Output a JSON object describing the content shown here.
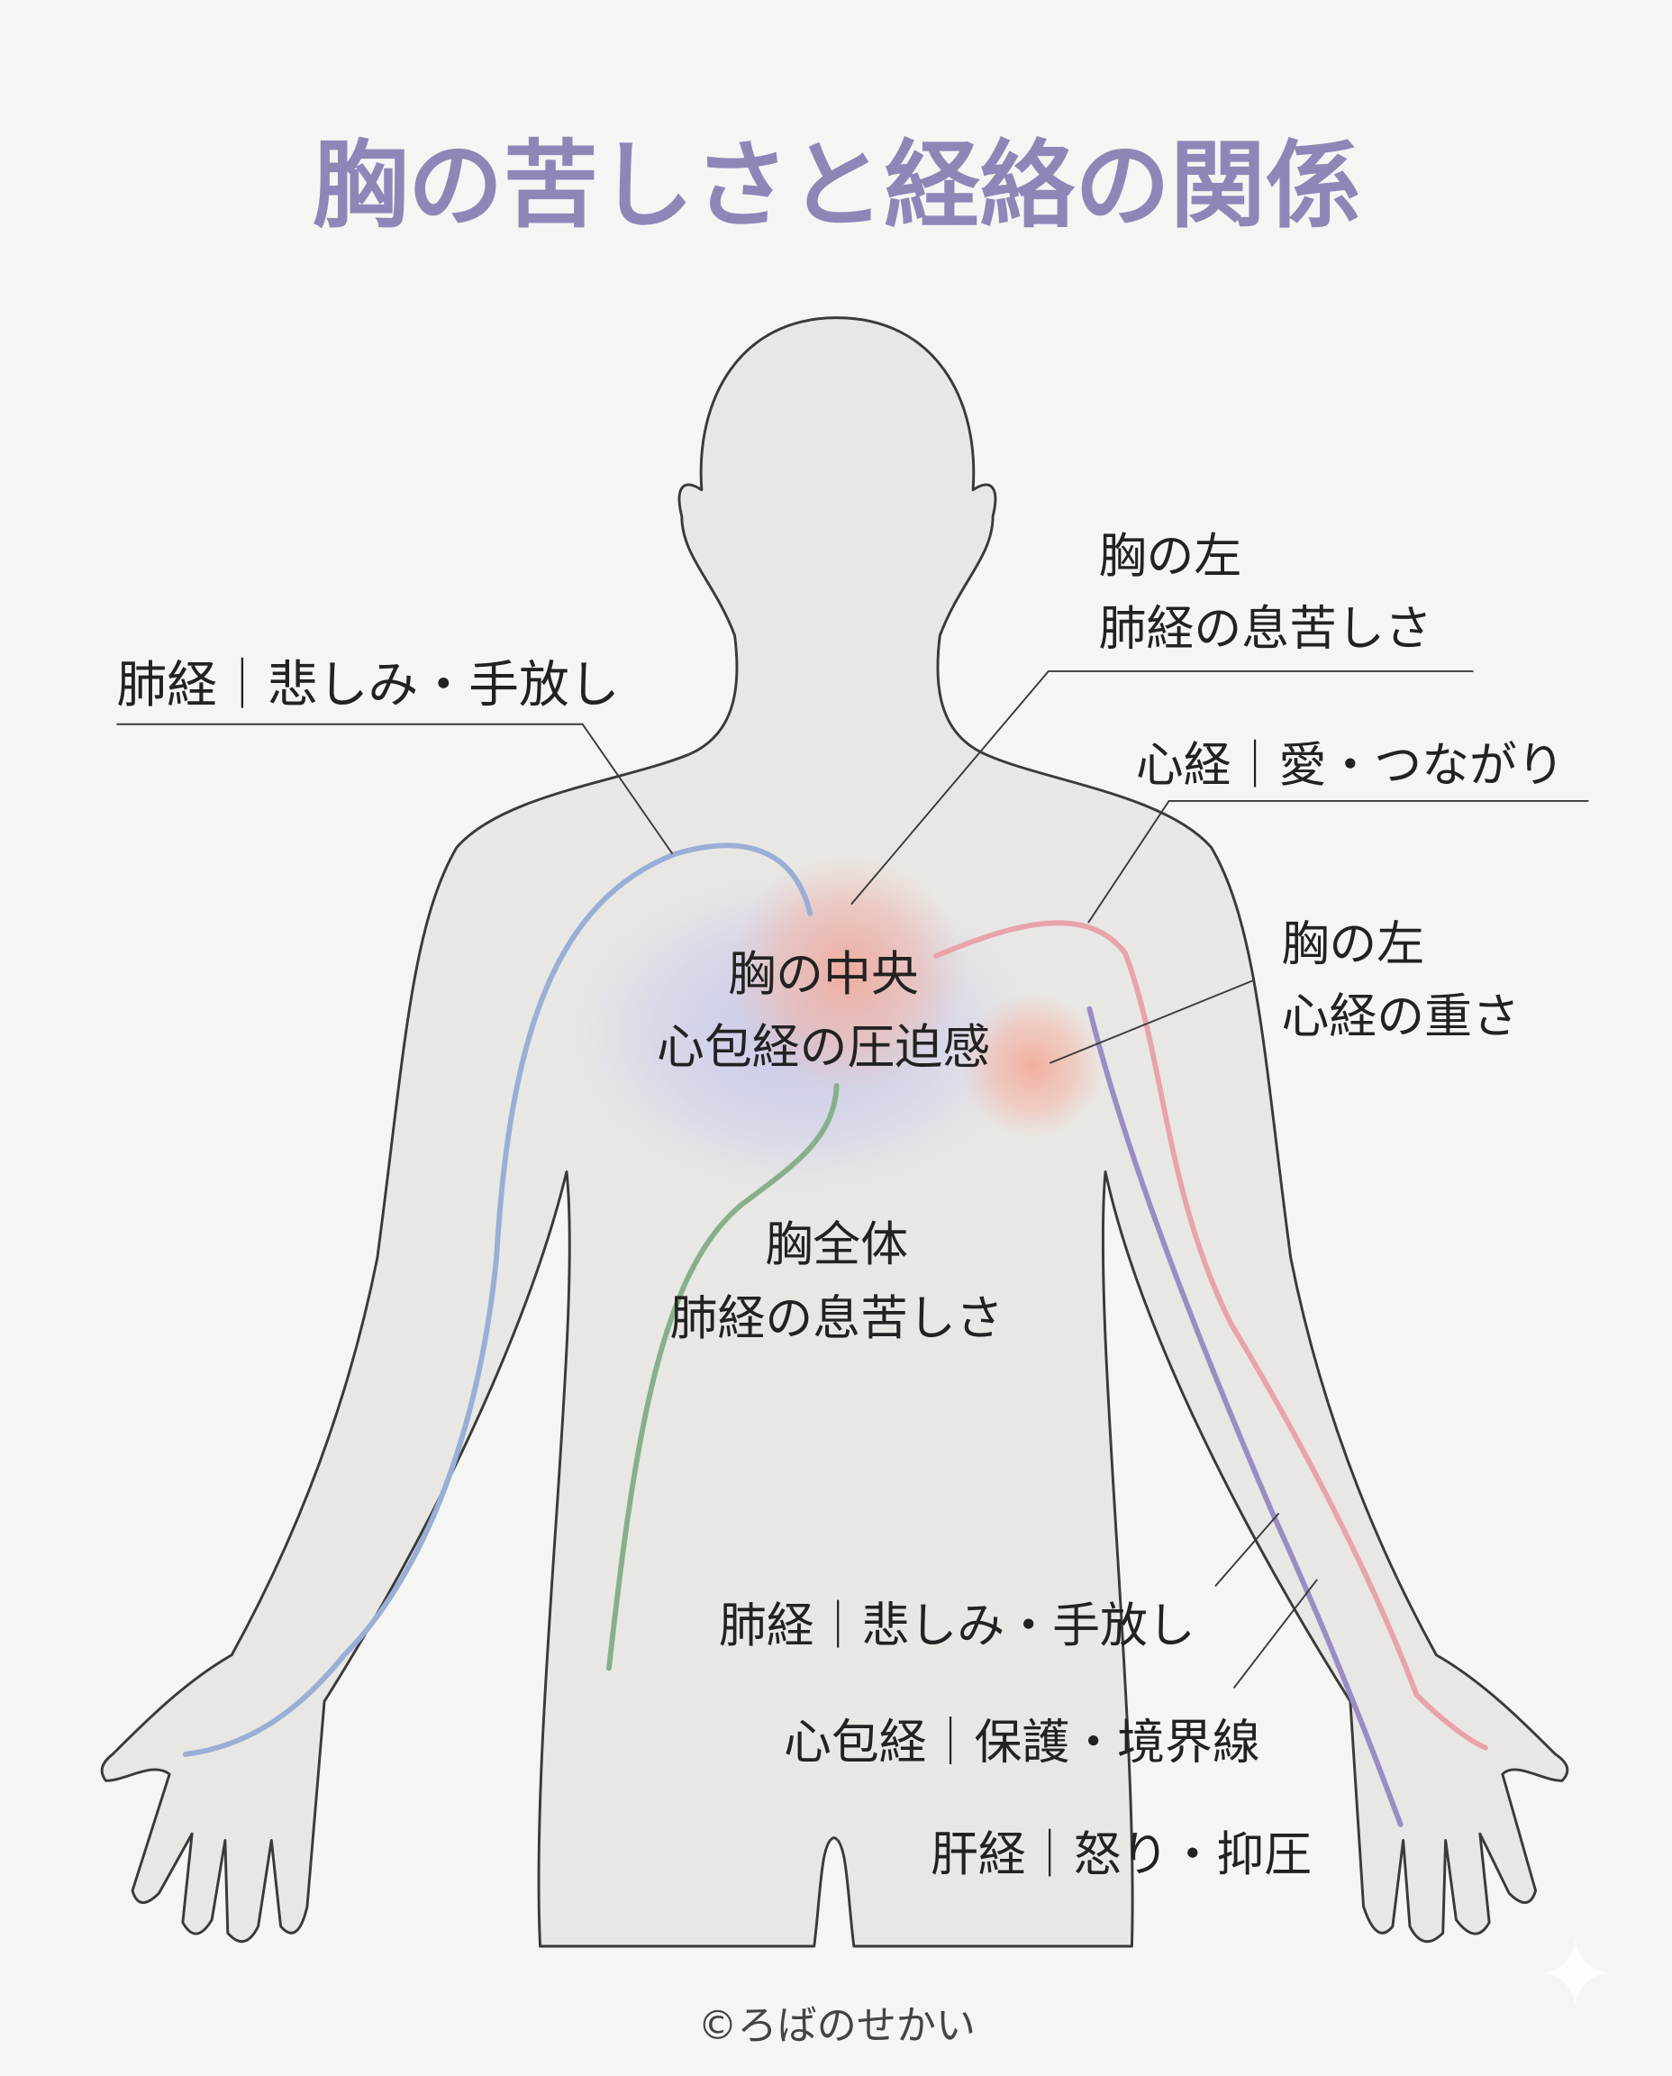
{
  "title": "胸の苦しさと経絡の関係",
  "labels": {
    "lung_left_top": "肺経｜悲しみ・手放し",
    "left_chest_lung_1": "胸の左",
    "left_chest_lung_2": "肺経の息苦しさ",
    "heart_meridian": "心経｜愛・つながり",
    "left_chest_heart_1": "胸の左",
    "left_chest_heart_2": "心経の重さ",
    "center_1": "胸の中央",
    "center_2": "心包経の圧迫感",
    "whole_1": "胸全体",
    "whole_2": "肺経の息苦しさ",
    "lung_bottom": "肺経｜悲しみ・手放し",
    "pericardium": "心包経｜保護・境界線",
    "liver": "肝経｜怒り・抑圧"
  },
  "credit": "©ろばのせかい",
  "colors": {
    "title": "#8f86b8",
    "lung_meridian": "#9aaed6",
    "heart_meridian": "#e8a3ac",
    "pericardium_meridian": "#9b8cc4",
    "liver_meridian": "#86b08a",
    "body_fill": "#e9e7e4"
  }
}
